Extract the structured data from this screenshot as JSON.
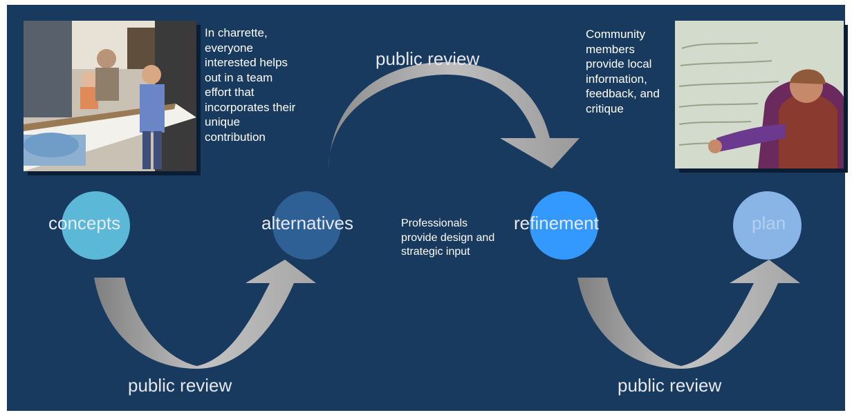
{
  "diagram": {
    "stages": [
      {
        "label": "concepts",
        "color": "#5bb8d6"
      },
      {
        "label": "alternatives",
        "color": "#2e5f95"
      },
      {
        "label": "refinement",
        "color": "#3399ff"
      },
      {
        "label": "plan",
        "color": "#89b4e6"
      }
    ],
    "review_labels": {
      "top": "public review",
      "bottom_left": "public review",
      "bottom_right": "public review"
    },
    "captions": {
      "left": "In charrette, everyone interested helps out in a team effort that incorporates their unique contribution",
      "right": "Community members provide local information, feedback, and critique",
      "middle": "Professionals provide design and strategic input"
    },
    "photos": {
      "left": "charrette-participants-photo",
      "right": "community-member-writing-photo"
    },
    "colors": {
      "background": "#173a5e",
      "arrow": "#a8a8a8"
    }
  }
}
